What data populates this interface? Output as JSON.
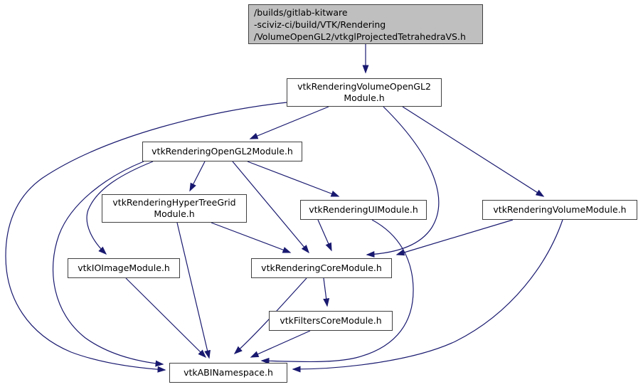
{
  "diagram": {
    "type": "include-dependency-graph",
    "edge_color": "#191970",
    "node_border_color": "#404040",
    "node_fill": "#ffffff",
    "highlight_fill": "#bfbfbf",
    "nodes": [
      {
        "id": "main",
        "label": "/builds/gitlab-kitware\n-sciviz-ci/build/VTK/Rendering\n/VolumeOpenGL2/vtkglProjectedTetrahedraVS.h",
        "highlight": true
      },
      {
        "id": "volumeopengl2",
        "label": "vtkRenderingVolumeOpenGL2\nModule.h"
      },
      {
        "id": "opengl2",
        "label": "vtkRenderingOpenGL2Module.h"
      },
      {
        "id": "hypertreegrid",
        "label": "vtkRenderingHyperTreeGrid\nModule.h"
      },
      {
        "id": "ui",
        "label": "vtkRenderingUIModule.h"
      },
      {
        "id": "volume",
        "label": "vtkRenderingVolumeModule.h"
      },
      {
        "id": "ioimage",
        "label": "vtkIOImageModule.h"
      },
      {
        "id": "core",
        "label": "vtkRenderingCoreModule.h"
      },
      {
        "id": "filterscore",
        "label": "vtkFiltersCoreModule.h"
      },
      {
        "id": "abi",
        "label": "vtkABINamespace.h"
      }
    ],
    "edges": [
      {
        "from": "main",
        "to": "volumeopengl2"
      },
      {
        "from": "volumeopengl2",
        "to": "opengl2"
      },
      {
        "from": "volumeopengl2",
        "to": "volume"
      },
      {
        "from": "volumeopengl2",
        "to": "core"
      },
      {
        "from": "volumeopengl2",
        "to": "abi"
      },
      {
        "from": "opengl2",
        "to": "hypertreegrid"
      },
      {
        "from": "opengl2",
        "to": "ui"
      },
      {
        "from": "opengl2",
        "to": "core"
      },
      {
        "from": "opengl2",
        "to": "ioimage"
      },
      {
        "from": "opengl2",
        "to": "abi"
      },
      {
        "from": "hypertreegrid",
        "to": "core"
      },
      {
        "from": "hypertreegrid",
        "to": "abi"
      },
      {
        "from": "ui",
        "to": "core"
      },
      {
        "from": "ui",
        "to": "abi"
      },
      {
        "from": "volume",
        "to": "core"
      },
      {
        "from": "volume",
        "to": "abi"
      },
      {
        "from": "ioimage",
        "to": "abi"
      },
      {
        "from": "core",
        "to": "filterscore"
      },
      {
        "from": "core",
        "to": "abi"
      },
      {
        "from": "filterscore",
        "to": "abi"
      }
    ]
  }
}
